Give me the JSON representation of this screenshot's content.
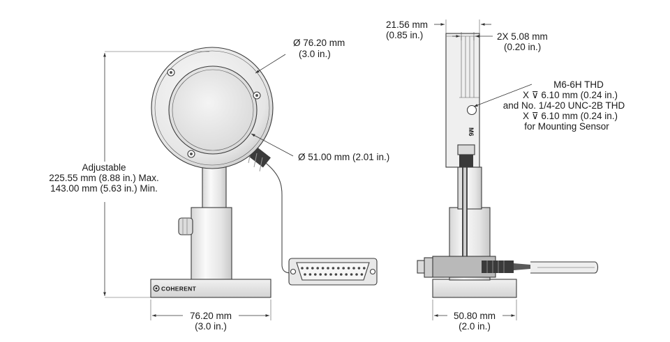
{
  "front_view": {
    "outer_diameter": {
      "metric": "Ø 76.20 mm",
      "imperial": "(3.0 in.)"
    },
    "aperture_diameter": "Ø 51.00 mm (2.01 in.)",
    "height": {
      "title": "Adjustable",
      "max": "225.55 mm (8.88 in.) Max.",
      "min": "143.00 mm (5.63 in.) Min."
    },
    "base_width": {
      "metric": "76.20 mm",
      "imperial": "(3.0 in.)"
    },
    "logo": "COHERENT"
  },
  "side_view": {
    "thickness": {
      "metric": "21.56 mm",
      "imperial": "(0.85 in.)"
    },
    "fin_spacing": {
      "metric": "2X 5.08 mm",
      "imperial": "(0.20 in.)"
    },
    "thread_note": [
      "M6-6H THD",
      "X ⊽ 6.10 mm (0.24 in.)",
      "and No. 1/4-20 UNC-2B THD",
      "X ⊽ 6.10 mm (0.24 in.)",
      "for Mounting Sensor"
    ],
    "engraving": "M6",
    "base_width": {
      "metric": "50.80 mm",
      "imperial": "(2.0 in.)"
    }
  }
}
